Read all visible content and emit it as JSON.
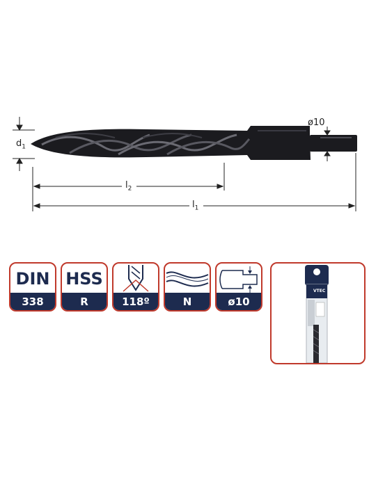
{
  "drawing": {
    "d1_label": "d",
    "d1_sub": "1",
    "shank_label": "ø10",
    "l2_label": "l",
    "l2_sub": "2",
    "l1_label": "l",
    "l1_sub": "1"
  },
  "badges": [
    {
      "top": "DIN",
      "bottom": "338"
    },
    {
      "top": "HSS",
      "bottom": "R"
    },
    {
      "top": "",
      "bottom": "118º"
    },
    {
      "top": "",
      "bottom": "N"
    },
    {
      "top": "",
      "bottom": "ø10"
    }
  ],
  "package": {
    "brand": "VTEC"
  },
  "colors": {
    "badge_border": "#c0392b",
    "badge_fill": "#1d2b4f",
    "drill": "#1b1b1f"
  }
}
